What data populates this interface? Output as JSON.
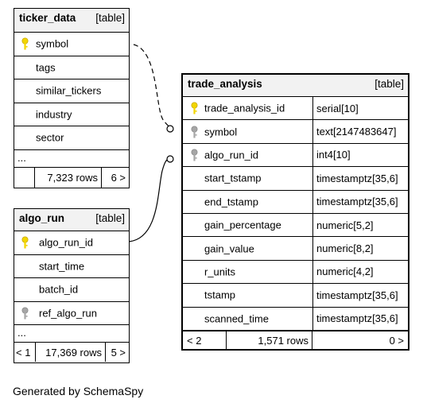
{
  "tables": {
    "ticker_data": {
      "name": "ticker_data",
      "tag": "[table]",
      "columns": [
        {
          "name": "symbol",
          "key": "primary"
        },
        {
          "name": "tags"
        },
        {
          "name": "similar_tickers"
        },
        {
          "name": "industry"
        },
        {
          "name": "sector"
        }
      ],
      "ellipsis": "...",
      "footer": {
        "rows": "7,323 rows",
        "children": "6 >"
      }
    },
    "algo_run": {
      "name": "algo_run",
      "tag": "[table]",
      "columns": [
        {
          "name": "algo_run_id",
          "key": "primary"
        },
        {
          "name": "start_time"
        },
        {
          "name": "batch_id"
        },
        {
          "name": "ref_algo_run",
          "key": "foreign"
        }
      ],
      "ellipsis": "...",
      "footer": {
        "parents": "< 1",
        "rows": "17,369 rows",
        "children": "5 >"
      }
    },
    "trade_analysis": {
      "name": "trade_analysis",
      "tag": "[table]",
      "columns": [
        {
          "name": "trade_analysis_id",
          "type": "serial[10]",
          "key": "primary"
        },
        {
          "name": "symbol",
          "type": "text[2147483647]",
          "key": "foreign"
        },
        {
          "name": "algo_run_id",
          "type": "int4[10]",
          "key": "foreign"
        },
        {
          "name": "start_tstamp",
          "type": "timestamptz[35,6]"
        },
        {
          "name": "end_tstamp",
          "type": "timestamptz[35,6]"
        },
        {
          "name": "gain_percentage",
          "type": "numeric[5,2]"
        },
        {
          "name": "gain_value",
          "type": "numeric[8,2]"
        },
        {
          "name": "r_units",
          "type": "numeric[4,2]"
        },
        {
          "name": "tstamp",
          "type": "timestamptz[35,6]"
        },
        {
          "name": "scanned_time",
          "type": "timestamptz[35,6]"
        }
      ],
      "footer": {
        "parents": "< 2",
        "rows": "1,571 rows",
        "children": "0 >"
      }
    }
  },
  "relationships": [
    {
      "from": "trade_analysis.symbol",
      "to": "ticker_data.symbol",
      "style": "dashed"
    },
    {
      "from": "trade_analysis.algo_run_id",
      "to": "algo_run.algo_run_id",
      "style": "solid"
    }
  ],
  "colors": {
    "primary_key": "#f2d600",
    "foreign_key": "#a6a6a6",
    "header_bg": "#f2f2f2"
  },
  "generated_by": "Generated by SchemaSpy"
}
